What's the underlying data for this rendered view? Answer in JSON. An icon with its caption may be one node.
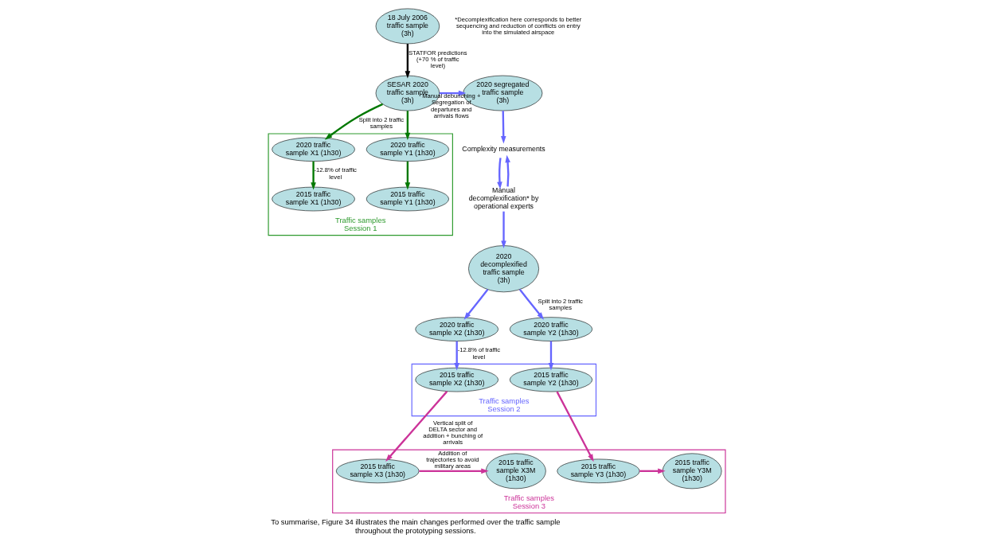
{
  "diagram": {
    "caption": "To summarise, Figure 34 illustrates the main changes performed over the traffic sample throughout the prototyping sessions.",
    "nodes": [
      {
        "text": [
          "18 July 2006 traffic sample (3h)"
        ]
      },
      {
        "text": [
          "SESAR 2020 traffic sample (3h)"
        ]
      },
      {
        "text": [
          "2020 segregated traffic sample (3h)"
        ]
      },
      {
        "text": [
          "Traffic samples Session 1"
        ]
      },
      {
        "text": [
          "2020 traffic sample X1 (1h30)"
        ],
        "in": 3
      },
      {
        "text": [
          "2020 traffic sample Y1 (1h30)"
        ],
        "in": 3
      },
      {
        "text": [
          "2015 traffic sample X1 (1h30)"
        ],
        "in": 3
      },
      {
        "text": [
          "2015 traffic sample Y1 (1h30)"
        ],
        "in": 3
      },
      {
        "text": [
          "Complexity measurements"
        ]
      },
      {
        "text": [
          "Manual decomplexification* by operational experts"
        ]
      },
      {
        "text": [
          "2020 decomplexified traffic sample (3h)"
        ]
      },
      {
        "text": [
          "2020 traffic sample X2 (1h30)"
        ]
      },
      {
        "text": [
          "2020 traffic sample Y2 (1h30)"
        ]
      },
      {
        "text": [
          "Traffic samples Session 2"
        ]
      },
      {
        "text": [
          "2015 traffic sample X2 (1h30)"
        ],
        "in": 13
      },
      {
        "text": [
          "2015 traffic sample Y2 (1h30)"
        ],
        "in": 13
      },
      {
        "text": [
          "Traffic samples Session 3"
        ]
      },
      {
        "text": [
          "2015 traffic sample X3 (1h30)"
        ],
        "in": 16
      },
      {
        "text": [
          "2015 traffic sample X3M (1h30)"
        ],
        "in": 16
      },
      {
        "text": [
          "2015 traffic sample Y3 (1h30)"
        ],
        "in": 16
      },
      {
        "text": [
          "2015 traffic sample Y3M (1h30)"
        ],
        "in": 16
      }
    ],
    "edges": [
      {
        "from": 0,
        "to": 1,
        "arrow": "to",
        "label": "STATFOR predictions (+70 % of traffic level)",
        "color": "#000000"
      },
      {
        "from": 1,
        "to": 2,
        "arrow": "to",
        "label": "Manual debunching + Segregation of departures and arrivals flows"
      },
      {
        "from": 1,
        "to": 4,
        "arrow": "to",
        "label": "Split into 2 traffic samples",
        "color": "#007800"
      },
      {
        "from": 1,
        "to": 5,
        "arrow": "to",
        "color": "#007800"
      },
      {
        "from": 4,
        "to": 6,
        "arrow": "to",
        "label": "-12.8% of traffic level",
        "color": "#007800"
      },
      {
        "from": 5,
        "to": 7,
        "arrow": "to",
        "color": "#007800"
      },
      {
        "from": 2,
        "to": 8,
        "arrow": "to"
      },
      {
        "from": 8,
        "to": 9,
        "arrow": "to"
      },
      {
        "from": 9,
        "to": 8,
        "arrow": "to"
      },
      {
        "from": 9,
        "to": 10,
        "arrow": "to"
      },
      {
        "from": 10,
        "to": 11,
        "arrow": "to"
      },
      {
        "from": 10,
        "to": 12,
        "arrow": "to",
        "label": "Split into 2 traffic samples"
      },
      {
        "from": 11,
        "to": 14,
        "arrow": "to",
        "label": "-12.8% of traffic level"
      },
      {
        "from": 12,
        "to": 15,
        "arrow": "to"
      },
      {
        "from": 14,
        "to": 17,
        "arrow": "to",
        "label": "Vertical split of DELTA sector and addition + bunching of arrivals",
        "color": "#cc3399"
      },
      {
        "from": 15,
        "to": 19,
        "arrow": "to",
        "color": "#cc3399"
      },
      {
        "from": 17,
        "to": 18,
        "arrow": "to",
        "label": "Addition of trajectories to avoid military areas",
        "color": "#cc3399"
      },
      {
        "from": 19,
        "to": 20,
        "arrow": "to",
        "color": "#cc3399"
      }
    ],
    "labels": [
      "*Decomplexification here corresponds to better sequencing and reduction of conflicts on entry into the simulated airspace"
    ]
  }
}
